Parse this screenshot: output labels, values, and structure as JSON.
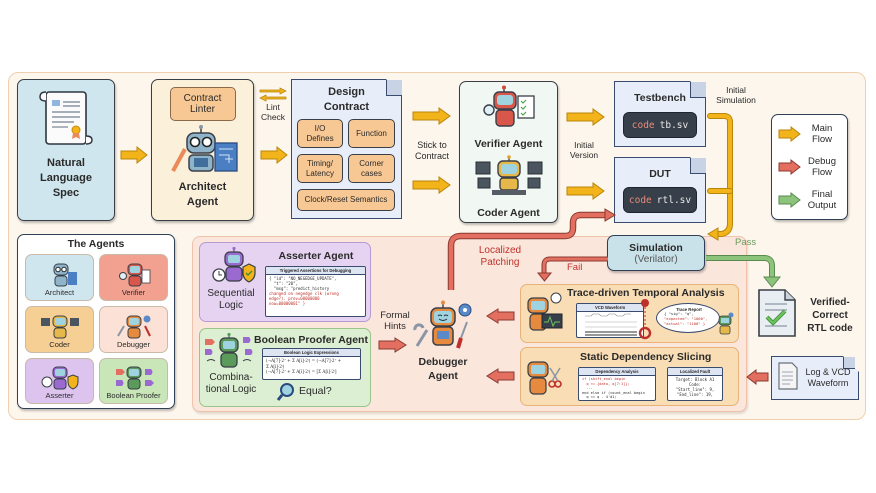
{
  "diagram": {
    "colors": {
      "main_flow": "#f2b41a",
      "debug_flow": "#e26f5f",
      "final_output": "#8cc47c",
      "frame_bg": "#fdf6ec",
      "spec_bg": "#cfe6ee",
      "architect_bg": "#fbf0da",
      "contract_bg": "#e8eef9",
      "chip_bg": "#f7c894",
      "debug_zone_bg": "#fbe6dc",
      "asserter_bg": "#e6d3f2",
      "proofer_bg": "#dcefd2",
      "analysis_bg": "#f9ddb4",
      "simulation_bg": "#c9e2ea"
    },
    "spec": {
      "title": "Natural Language Spec",
      "lines": [
        "Natural",
        "Language",
        "Spec"
      ],
      "icon": "scroll-certificate-icon"
    },
    "architect": {
      "linter_lines": [
        "Contract",
        "Linter"
      ],
      "name_lines": [
        "Architect",
        "Agent"
      ],
      "icon": "architect-robot-icon"
    },
    "lint_check": {
      "lines": [
        "Lint",
        "Check"
      ]
    },
    "design_contract": {
      "title_lines": [
        "Design",
        "Contract"
      ],
      "items": [
        {
          "lines": [
            "I/O",
            "Defines"
          ]
        },
        {
          "lines": [
            "Function"
          ]
        },
        {
          "lines": [
            "Timing/",
            "Latency"
          ]
        },
        {
          "lines": [
            "Corner",
            "cases"
          ]
        },
        {
          "lines": [
            "Clock/Reset Semantics"
          ]
        }
      ]
    },
    "stick_to_contract": {
      "lines": [
        "Stick to",
        "Contract"
      ]
    },
    "verifier_agent": {
      "name": "Verifier Agent",
      "icon": "verifier-robot-icon"
    },
    "coder_agent": {
      "name": "Coder Agent",
      "icon": "coder-robot-icon"
    },
    "initial_version": {
      "lines": [
        "Initial",
        "Version"
      ]
    },
    "testbench": {
      "title": "Testbench",
      "code_kw": "code",
      "file": "tb.sv"
    },
    "dut": {
      "title": "DUT",
      "code_kw": "code",
      "file": "rtl.sv"
    },
    "initial_simulation": {
      "lines": [
        "Initial",
        "Simulation"
      ]
    },
    "simulation": {
      "title": "Simulation",
      "subtitle": "(Verilator)"
    },
    "pass_label": "Pass",
    "fail_label": "Fail",
    "localized_patching": {
      "lines": [
        "Localized",
        "Patching"
      ]
    },
    "legend": {
      "items": [
        {
          "lines": [
            "Main",
            "Flow"
          ],
          "color": "#f2b41a"
        },
        {
          "lines": [
            "Debug",
            "Flow"
          ],
          "color": "#e26f5f"
        },
        {
          "lines": [
            "Final",
            "Output"
          ],
          "color": "#8cc47c"
        }
      ]
    },
    "verified_output": {
      "lines": [
        "Verified-",
        "Correct",
        "RTL code"
      ],
      "icon": "verified-document-icon"
    },
    "log_vcd": {
      "lines": [
        "Log & VCD",
        "Waveform"
      ],
      "icon": "log-document-icon"
    },
    "agents_panel": {
      "title": "The Agents",
      "agents": [
        {
          "name": "Architect",
          "color": "#cfe6ee",
          "icon": "architect-robot-icon"
        },
        {
          "name": "Verifier",
          "color": "#f2a08f",
          "icon": "verifier-robot-icon"
        },
        {
          "name": "Coder",
          "color": "#f5cf94",
          "icon": "coder-robot-icon"
        },
        {
          "name": "Debugger",
          "color": "#fbe1d6",
          "icon": "debugger-robot-icon"
        },
        {
          "name": "Asserter",
          "color": "#dcc4ef",
          "icon": "asserter-robot-icon"
        },
        {
          "name": "Boolean Proofer",
          "color": "#c8e6b8",
          "icon": "proofer-robot-icon"
        }
      ]
    },
    "asserter": {
      "name": "Asserter Agent",
      "side_lines": [
        "Sequential",
        "Logic"
      ],
      "box_title": "Triggered Assertions for Debugging",
      "code_lines": [
        {
          "text": "{ \"id\": \"NO_NEGEDGE_UPDATE\",",
          "red": false
        },
        {
          "text": "  \"t\": \"20\",",
          "red": false
        },
        {
          "text": "  \"msg\": \"predict_history",
          "red": false
        },
        {
          "text": "changed on negedge clk (wrong",
          "red": true
        },
        {
          "text": "edge?). prev=00000000",
          "red": true
        },
        {
          "text": "now=00000001\" }",
          "red": true
        }
      ]
    },
    "proofer": {
      "name": "Boolean Proofer Agent",
      "side_lines": [
        "Combina-",
        "tional Logic"
      ],
      "box_title": "Boolean Logic Expressions",
      "expr_lines": [
        "(¬A[7]·2⁷ + Σ A[i]·2ⁱ) = (¬A[7]·2⁷ +",
        "Σ A[i]·2ⁱ)",
        "(¬A[7]·2⁷ + Σ A[i]·2ⁱ) = [Σ A[i]·2ⁱ]"
      ],
      "equal_label": "Equal?"
    },
    "formal_hints": {
      "lines": [
        "Formal",
        "Hints"
      ]
    },
    "debugger": {
      "lines": [
        "Debugger",
        "Agent"
      ],
      "icon": "debugger-robot-icon"
    },
    "trace_analysis": {
      "title": "Trace-driven Temporal Analysis",
      "waveform_title": "VCD Waveform",
      "report_title": "Trace Report",
      "report_lines": [
        {
          "text": "{ \"sig\": \"q\",",
          "red": false
        },
        {
          "text": "\"expected\": \"1000\",",
          "red": true
        },
        {
          "text": "\"actual\": \"1100\" }",
          "red": true
        }
      ]
    },
    "static_slicing": {
      "title": "Static Dependency Slicing",
      "dep_title": "Dependency Analysis",
      "dep_lines": [
        {
          "text": "if (shift_enal begin",
          "red": true
        },
        {
          "text": "  q <= {data, q[7:1]};",
          "red": true
        },
        {
          "text": "  ...",
          "red": false
        },
        {
          "text": "end else if (count_enal begin",
          "red": false
        },
        {
          "text": "  q <= q - 4'd1;",
          "red": false
        }
      ],
      "fault_title": "Localized Fault",
      "fault_lines": [
        "Target: Block A1",
        "Code:",
        "\"Start_line\": 9,",
        "\"End_line\": 19,"
      ]
    }
  }
}
